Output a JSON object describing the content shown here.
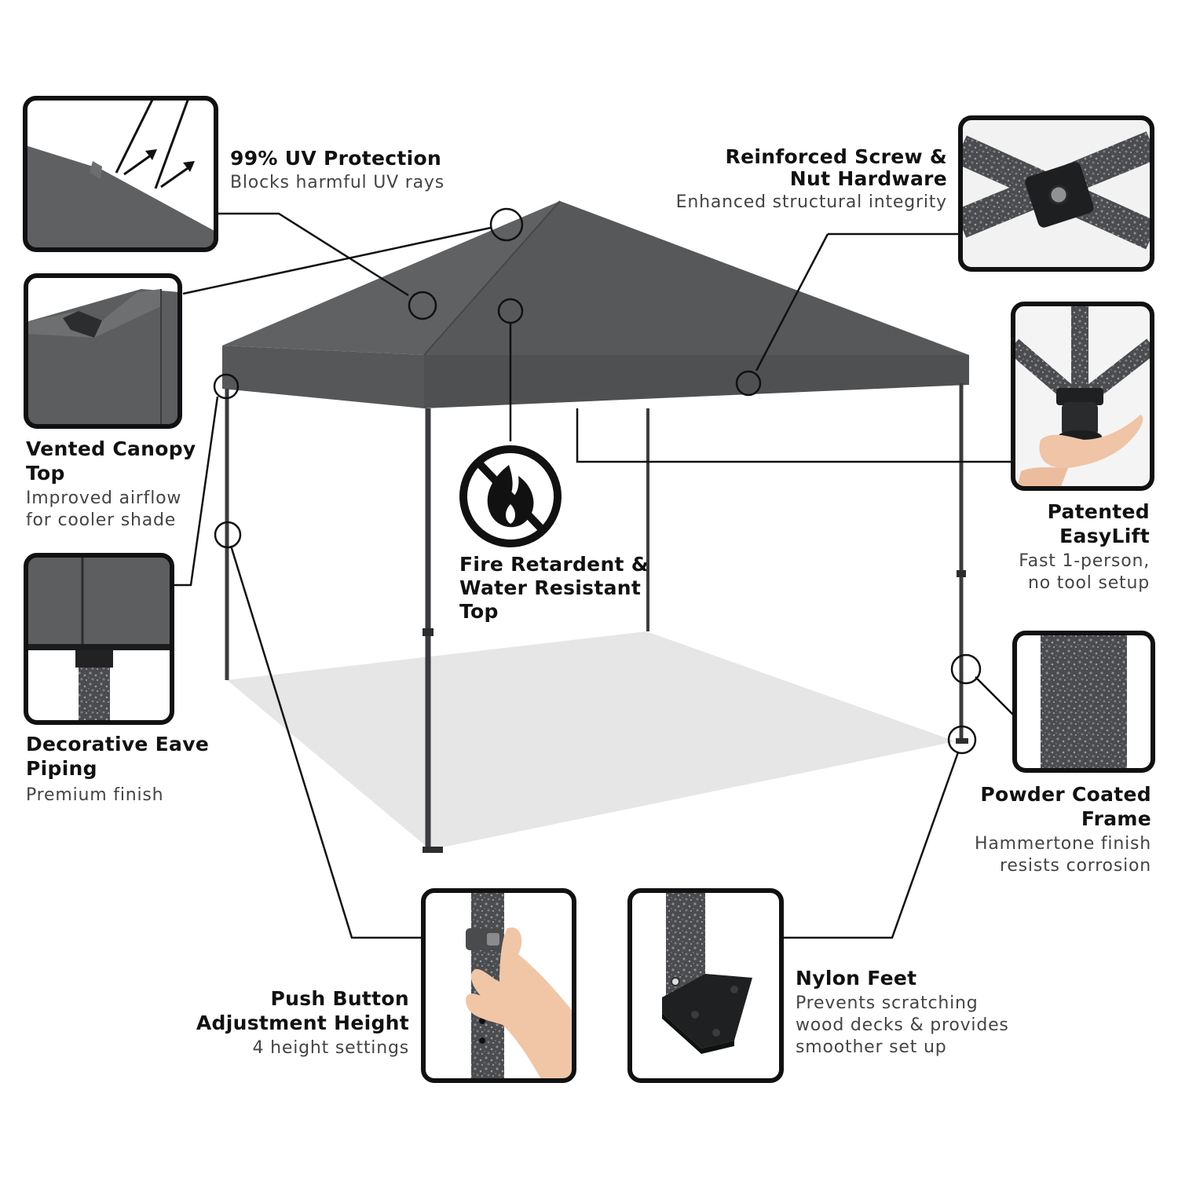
{
  "colors": {
    "canopy_light": "#5f6163",
    "canopy_dark": "#505254",
    "frame": "#3a3c3e",
    "shadow": "#e6e6e6",
    "callout_line": "#111111",
    "inset_border": "#111111"
  },
  "icons": {
    "fire_badge": "no-fire-icon"
  },
  "features": {
    "uv": {
      "title": "99% UV Protection",
      "desc": "Blocks harmful UV rays"
    },
    "hardware": {
      "title": "Reinforced Screw &\nNut Hardware",
      "desc": "Enhanced structural integrity"
    },
    "vented": {
      "title": "Vented Canopy\nTop",
      "desc": "Improved airflow\nfor cooler shade"
    },
    "easylift": {
      "title": "Patented\nEasyLift",
      "desc": "Fast 1-person,\nno tool setup"
    },
    "fire": {
      "title": "Fire Retardent &\nWater Resistant\nTop"
    },
    "eave": {
      "title": "Decorative Eave\nPiping",
      "desc": "Premium finish"
    },
    "powder": {
      "title": "Powder Coated\nFrame",
      "desc": "Hammertone finish\nresists corrosion"
    },
    "push": {
      "title": "Push Button\nAdjustment Height",
      "desc": "4 height settings"
    },
    "nylon": {
      "title": "Nylon Feet",
      "desc": "Prevents scratching\nwood decks & provides\nsmoother set up"
    }
  }
}
